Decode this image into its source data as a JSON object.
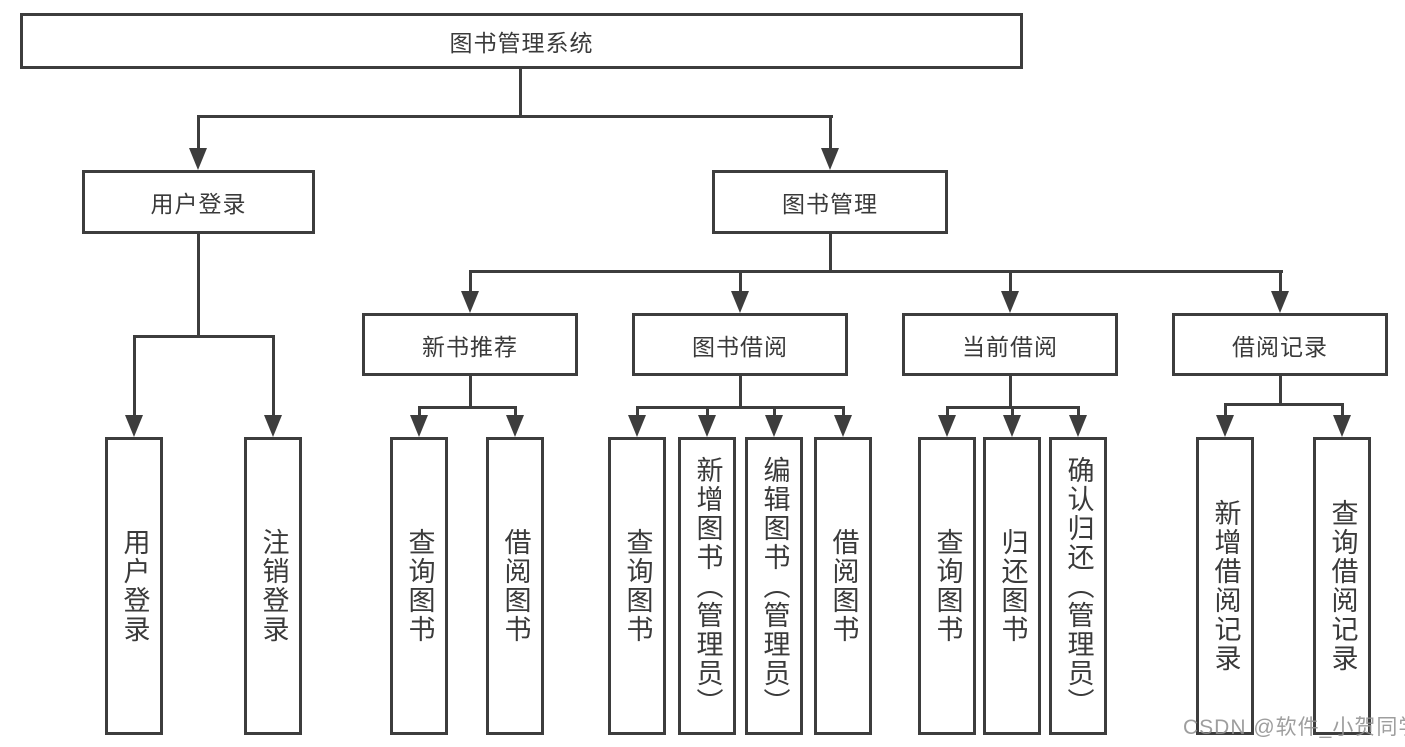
{
  "tree": {
    "root": "图书管理系统",
    "login": {
      "label": "用户登录",
      "children": [
        "用户登录",
        "注销登录"
      ]
    },
    "manage": {
      "label": "图书管理",
      "sections": [
        {
          "label": "新书推荐",
          "children": [
            "查询图书",
            "借阅图书"
          ]
        },
        {
          "label": "图书借阅",
          "children": [
            "查询图书",
            "新增图书（管理员）",
            "编辑图书（管理员）",
            "借阅图书"
          ]
        },
        {
          "label": "当前借阅",
          "children": [
            "查询图书",
            "归还图书",
            "确认归还（管理员）"
          ]
        },
        {
          "label": "借阅记录",
          "children": [
            "新增借阅记录",
            "查询借阅记录"
          ]
        }
      ]
    }
  },
  "watermark": "CSDN @软件_小贺同学",
  "colors": {
    "line": "#3d3d3d",
    "text": "#3a3a3a",
    "watermark": "#919191",
    "background": "#ffffff"
  }
}
